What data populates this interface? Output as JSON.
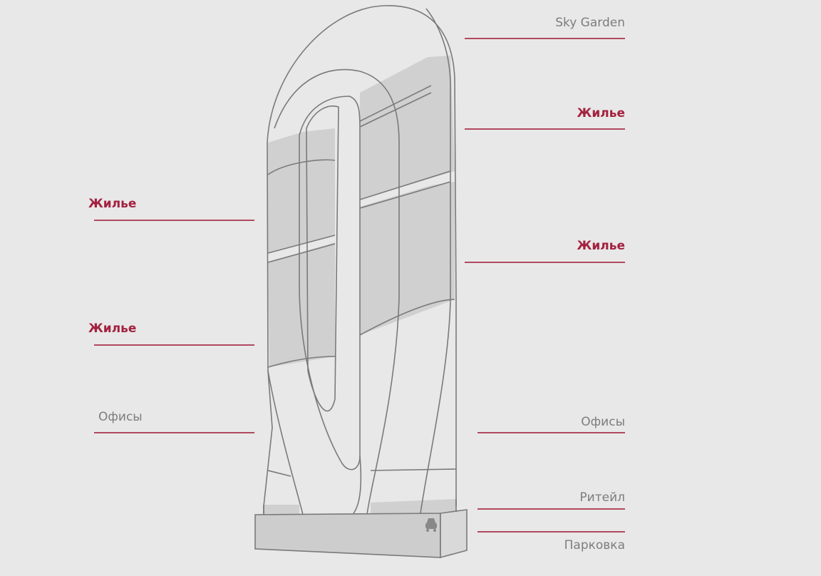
{
  "colors": {
    "accent": "#a3223f",
    "line": "#b04a60",
    "label_gray": "#7d7d7d",
    "background": "#e8e8e8",
    "band_fill": "#cfcfcf",
    "outline": "#7a7a7a"
  },
  "labels": {
    "right": [
      {
        "text": "Sky Garden",
        "style": "gray"
      },
      {
        "text": "Жилье",
        "style": "red"
      },
      {
        "text": "Жилье",
        "style": "red"
      },
      {
        "text": "Офисы",
        "style": "gray"
      },
      {
        "text": "Ритейл",
        "style": "gray"
      },
      {
        "text": "Парковка",
        "style": "gray"
      }
    ],
    "left": [
      {
        "text": "Жилье",
        "style": "red"
      },
      {
        "text": "Жилье",
        "style": "red"
      },
      {
        "text": "Офисы",
        "style": "gray"
      }
    ]
  },
  "icons": {
    "parking": "car-icon"
  }
}
